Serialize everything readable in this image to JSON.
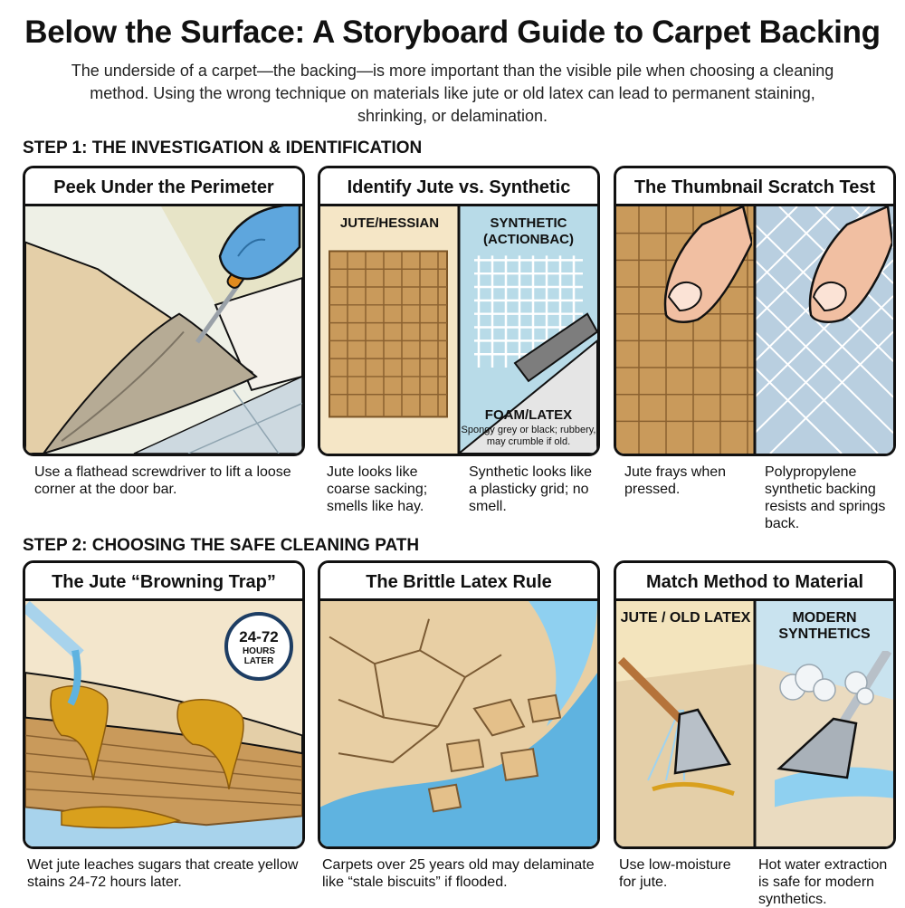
{
  "title": "Below the Surface: A Storyboard Guide to Carpet Backing",
  "intro": "The underside of a carpet—the backing—is more important than the visible pile when choosing a cleaning method. Using the wrong technique on materials like jute or old latex can lead to permanent staining, shrinking, or delamination.",
  "step1": {
    "heading": "STEP 1: THE INVESTIGATION & IDENTIFICATION",
    "panels": [
      {
        "title": "Peek Under the Perimeter",
        "caption": "Use a flathead screwdriver to lift a loose corner at the door bar."
      },
      {
        "title": "Identify Jute vs. Synthetic",
        "label_left": "JUTE/HESSIAN",
        "label_right": "SYNTHETIC (ACTIONBAC)",
        "label_bottom": "FOAM/LATEX",
        "label_bottom_note": "Spongy grey or black; rubbery, may crumble if old.",
        "caption_left": "Jute looks like coarse sacking; smells like hay.",
        "caption_right": "Synthetic looks like a plasticky grid; no smell."
      },
      {
        "title": "The Thumbnail Scratch Test",
        "caption_left": "Jute frays when pressed.",
        "caption_right": "Polypropylene synthetic backing resists and springs back."
      }
    ]
  },
  "step2": {
    "heading": "STEP 2: CHOOSING THE SAFE CLEANING PATH",
    "panels": [
      {
        "title": "The Jute “Browning Trap”",
        "badge_big": "24-72",
        "badge_small": "HOURS LATER",
        "caption": "Wet jute leaches sugars that create yellow stains 24-72 hours later."
      },
      {
        "title": "The Brittle Latex Rule",
        "caption": "Carpets over 25 years old may delaminate like “stale biscuits” if flooded."
      },
      {
        "title": "Match Method to Material",
        "label_left": "JUTE / OLD LATEX",
        "label_right": "MODERN SYNTHETICS",
        "caption_left": "Use low-moisture for jute.",
        "caption_right": "Hot water extraction is safe for modern synthetics."
      }
    ]
  },
  "colors": {
    "outline": "#111111",
    "jute": "#c99a5b",
    "carpet": "#e4cfa8",
    "synthetic_bg": "#b8dbe8",
    "water": "#5fb3e0",
    "stain": "#d9a01d",
    "glove": "#5ea6dd",
    "handle": "#e08a1e"
  },
  "icons": [
    "screwdriver-icon",
    "glove-icon",
    "finger-icon",
    "clock-badge-icon",
    "water-spray-icon",
    "extractor-wand-icon",
    "steam-icon"
  ]
}
